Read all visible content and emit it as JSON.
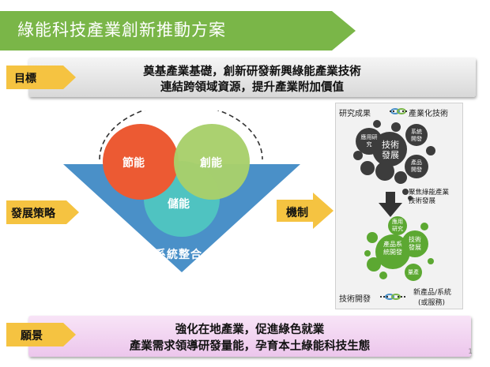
{
  "title": "綠能科技產業創新推動方案",
  "goal": {
    "label": "目標",
    "line1": "奠基產業基礎，創新研發新興綠能產業技術",
    "line2": "連結跨領域資源，提升產業附加價值"
  },
  "strategy": {
    "label": "發展策略",
    "circle_save": "節能",
    "circle_create": "創能",
    "circle_store": "儲能",
    "triangle": "系統整合"
  },
  "mechanism": {
    "label": "機制",
    "top_left": "研究成果",
    "top_right": "產業化技術",
    "top_bubbles": {
      "applied_research": "應用研究",
      "tech_dev": "技術發展",
      "system_dev": "系統開發",
      "product_dev": "產品開發"
    },
    "focus_note": "聚焦綠能產業技術發展",
    "bottom_bubbles": {
      "applied_research": "應用研究",
      "tech_dev": "技術發展",
      "product_system": "產品系統開發",
      "mass_production": "量產"
    },
    "bottom_left": "技術開發",
    "bottom_right_line1": "新產品/系統",
    "bottom_right_line2": "(或服務)"
  },
  "vision": {
    "label": "願景",
    "line1": "強化在地產業，促進綠色就業",
    "line2": "產業需求領導研發量能，孕育本土綠能科技生態"
  },
  "page_number": "1",
  "colors": {
    "title_green": "#7ab648",
    "arrow_yellow": "#f5c341",
    "triangle_blue": "#4a90c8",
    "circle_red": "#ec5a33",
    "circle_green": "#a8cf6b",
    "circle_teal": "#4fc3c1",
    "cluster_dark": "#3c3c3c",
    "cluster_green": "#5ca832"
  }
}
